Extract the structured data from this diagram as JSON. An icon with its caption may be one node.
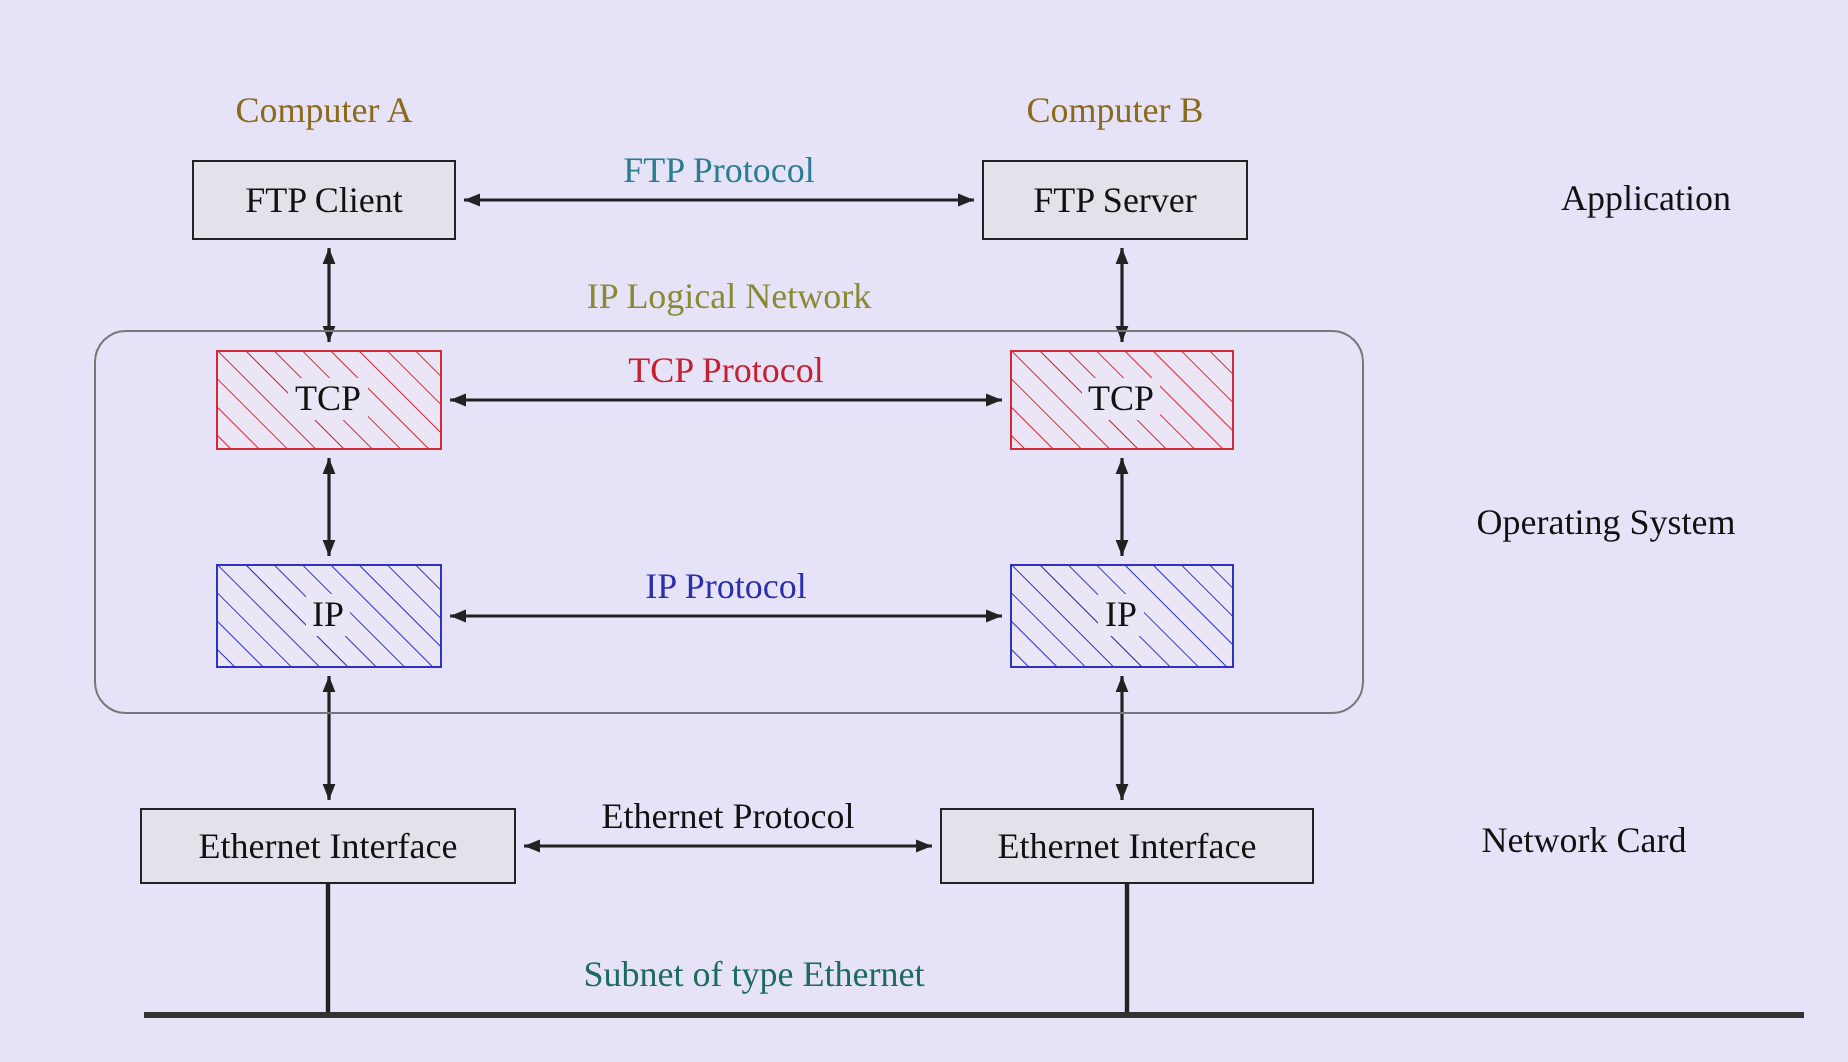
{
  "diagram": {
    "nodes": [
      {
        "text": [
          "FTP Client"
        ],
        "beside": [
          "Computer A"
        ]
      },
      {
        "text": [
          "FTP Server"
        ],
        "beside": [
          "Computer B"
        ]
      },
      {
        "text": [
          "IP Logical Network"
        ]
      },
      {
        "text": [
          "TCP"
        ],
        "in": 2
      },
      {
        "text": [
          "TCP"
        ],
        "in": 2
      },
      {
        "text": [
          "IP"
        ],
        "in": 2
      },
      {
        "text": [
          "IP"
        ],
        "in": 2
      },
      {
        "text": [
          "Ethernet Interface"
        ]
      },
      {
        "text": [
          "Ethernet Interface"
        ]
      },
      {
        "text": [],
        "shape": "bar"
      }
    ],
    "edges": [
      {
        "from": 0,
        "to": 1,
        "arrow": "both",
        "label": "FTP Protocol"
      },
      {
        "from": 0,
        "to": 3,
        "arrow": "both"
      },
      {
        "from": 1,
        "to": 4,
        "arrow": "both"
      },
      {
        "from": 3,
        "to": 4,
        "arrow": "both",
        "label": "TCP Protocol"
      },
      {
        "from": 3,
        "to": 5,
        "arrow": "both"
      },
      {
        "from": 4,
        "to": 6,
        "arrow": "both"
      },
      {
        "from": 5,
        "to": 6,
        "arrow": "both",
        "label": "IP Protocol"
      },
      {
        "from": 5,
        "to": 7,
        "arrow": "both"
      },
      {
        "from": 6,
        "to": 8,
        "arrow": "both"
      },
      {
        "from": 7,
        "to": 8,
        "arrow": "both",
        "label": "Ethernet Protocol"
      },
      {
        "from": 7,
        "to": 9,
        "arrow": "none"
      },
      {
        "from": 8,
        "to": 9,
        "arrow": "none"
      }
    ],
    "labels": [
      "Application",
      "Operating System",
      "Network Card",
      "Subnet of type Ethernet"
    ]
  }
}
